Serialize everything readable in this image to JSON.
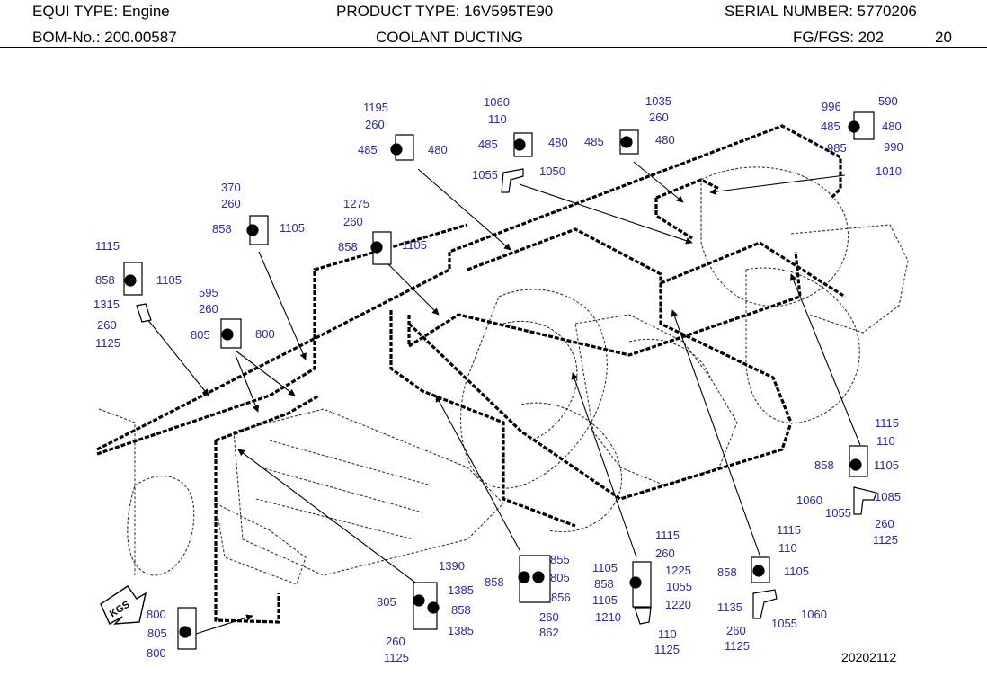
{
  "header": {
    "equi_type": "EQUI TYPE:  Engine",
    "product_type": "PRODUCT TYPE:  16V595TE90",
    "serial_number": "SERIAL NUMBER:  5770206",
    "bom_no": "BOM-No.: 200.00587",
    "title": "COOLANT DUCTING",
    "fg_fgs": "FG/FGS:  202",
    "page": "20"
  },
  "drawing_id": "20202112",
  "direction_arrow": "KGS",
  "callouts": [
    {
      "id": "c1",
      "text": "1195"
    },
    {
      "id": "c2",
      "text": "260"
    },
    {
      "id": "c3",
      "text": "485"
    },
    {
      "id": "c4",
      "text": "480"
    },
    {
      "id": "c5",
      "text": "1060"
    },
    {
      "id": "c6",
      "text": "110"
    },
    {
      "id": "c7",
      "text": "485"
    },
    {
      "id": "c8",
      "text": "480"
    },
    {
      "id": "c9",
      "text": "1055"
    },
    {
      "id": "c10",
      "text": "1050"
    },
    {
      "id": "c11",
      "text": "1035"
    },
    {
      "id": "c12",
      "text": "260"
    },
    {
      "id": "c13",
      "text": "485"
    },
    {
      "id": "c14",
      "text": "480"
    },
    {
      "id": "c15",
      "text": "996"
    },
    {
      "id": "c16",
      "text": "590"
    },
    {
      "id": "c17",
      "text": "485"
    },
    {
      "id": "c18",
      "text": "480"
    },
    {
      "id": "c19",
      "text": "985"
    },
    {
      "id": "c20",
      "text": "990"
    },
    {
      "id": "c21",
      "text": "1010"
    },
    {
      "id": "c22",
      "text": "370"
    },
    {
      "id": "c23",
      "text": "260"
    },
    {
      "id": "c24",
      "text": "858"
    },
    {
      "id": "c25",
      "text": "1105"
    },
    {
      "id": "c26",
      "text": "1275"
    },
    {
      "id": "c27",
      "text": "260"
    },
    {
      "id": "c28",
      "text": "858"
    },
    {
      "id": "c29",
      "text": "1105"
    },
    {
      "id": "c30",
      "text": "1115"
    },
    {
      "id": "c31",
      "text": "858"
    },
    {
      "id": "c32",
      "text": "1105"
    },
    {
      "id": "c33",
      "text": "1315"
    },
    {
      "id": "c34",
      "text": "260"
    },
    {
      "id": "c35",
      "text": "1125"
    },
    {
      "id": "c36",
      "text": "595"
    },
    {
      "id": "c37",
      "text": "260"
    },
    {
      "id": "c38",
      "text": "805"
    },
    {
      "id": "c39",
      "text": "800"
    },
    {
      "id": "c40",
      "text": "1115"
    },
    {
      "id": "c41",
      "text": "110"
    },
    {
      "id": "c42",
      "text": "858"
    },
    {
      "id": "c43",
      "text": "1105"
    },
    {
      "id": "c44",
      "text": "1060"
    },
    {
      "id": "c45",
      "text": "1055"
    },
    {
      "id": "c46",
      "text": "1085"
    },
    {
      "id": "c47",
      "text": "260"
    },
    {
      "id": "c48",
      "text": "1125"
    },
    {
      "id": "c49",
      "text": "1115"
    },
    {
      "id": "c50",
      "text": "110"
    },
    {
      "id": "c51",
      "text": "858"
    },
    {
      "id": "c52",
      "text": "1105"
    },
    {
      "id": "c53",
      "text": "1135"
    },
    {
      "id": "c54",
      "text": "1060"
    },
    {
      "id": "c55",
      "text": "1055"
    },
    {
      "id": "c56",
      "text": "260"
    },
    {
      "id": "c57",
      "text": "1125"
    },
    {
      "id": "c58",
      "text": "1115"
    },
    {
      "id": "c59",
      "text": "260"
    },
    {
      "id": "c60",
      "text": "1105"
    },
    {
      "id": "c61",
      "text": "1225"
    },
    {
      "id": "c62",
      "text": "858"
    },
    {
      "id": "c63",
      "text": "1055"
    },
    {
      "id": "c64",
      "text": "1105"
    },
    {
      "id": "c65",
      "text": "1220"
    },
    {
      "id": "c66",
      "text": "1210"
    },
    {
      "id": "c67",
      "text": "110"
    },
    {
      "id": "c68",
      "text": "1125"
    },
    {
      "id": "c69",
      "text": "855"
    },
    {
      "id": "c70",
      "text": "858"
    },
    {
      "id": "c71",
      "text": "805"
    },
    {
      "id": "c72",
      "text": "856"
    },
    {
      "id": "c73",
      "text": "260"
    },
    {
      "id": "c74",
      "text": "862"
    },
    {
      "id": "c75",
      "text": "1390"
    },
    {
      "id": "c76",
      "text": "1385"
    },
    {
      "id": "c77",
      "text": "805"
    },
    {
      "id": "c78",
      "text": "858"
    },
    {
      "id": "c79",
      "text": "1385"
    },
    {
      "id": "c80",
      "text": "260"
    },
    {
      "id": "c81",
      "text": "1125"
    },
    {
      "id": "c82",
      "text": "800"
    },
    {
      "id": "c83",
      "text": "805"
    },
    {
      "id": "c84",
      "text": "800"
    }
  ]
}
